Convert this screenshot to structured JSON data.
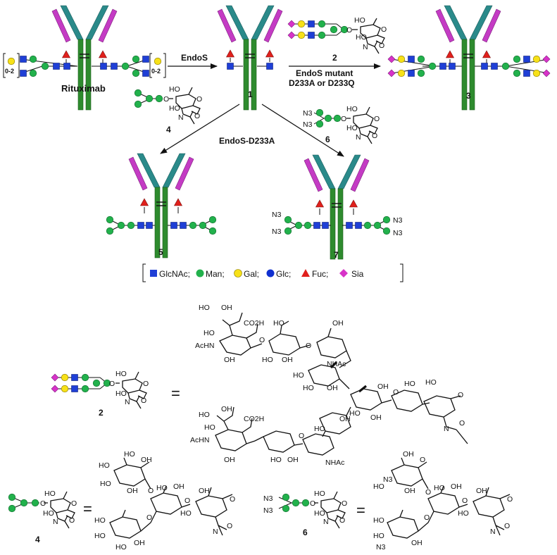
{
  "colors": {
    "glcnac": "#1f3fd6",
    "man": "#22b14c",
    "gal": "#f7e118",
    "glc": "#1030d0",
    "fuc": "#e0201c",
    "sia": "#d733c8",
    "heavy_chain": "#2e8b2e",
    "teal_chain": "#2a8a8a",
    "light_chain": "#c43bc4",
    "azide": "#e0201c"
  },
  "labels": {
    "rituximab": "Rituximab",
    "repeat_left": "0-2",
    "repeat_right": "0-2",
    "endos": "EndoS",
    "compound_1": "1",
    "compound_2": "2",
    "compound_3": "3",
    "compound_4": "4",
    "compound_5": "5",
    "compound_6": "6",
    "compound_7": "7",
    "endos_mutant_line1": "EndoS mutant",
    "endos_mutant_line2": "D233A or D233Q",
    "endos_d233a": "EndoS-D233A",
    "azide": "N3",
    "equals": "="
  },
  "legend": {
    "items": [
      {
        "label": "GlcNAc;",
        "icon": "blue-square-icon"
      },
      {
        "label": "Man;",
        "icon": "green-circle-icon"
      },
      {
        "label": "Gal;",
        "icon": "yellow-circle-icon"
      },
      {
        "label": "Glc;",
        "icon": "blue-circle-icon"
      },
      {
        "label": "Fuc;",
        "icon": "red-triangle-icon"
      },
      {
        "label": "Sia",
        "icon": "magenta-diamond-icon"
      }
    ]
  },
  "chem": {
    "ho": "HO",
    "oh": "OH",
    "o": "O",
    "n": "N",
    "co2h": "CO2H",
    "achn": "AcHN",
    "nhac": "NHAc",
    "n3": "N3"
  }
}
